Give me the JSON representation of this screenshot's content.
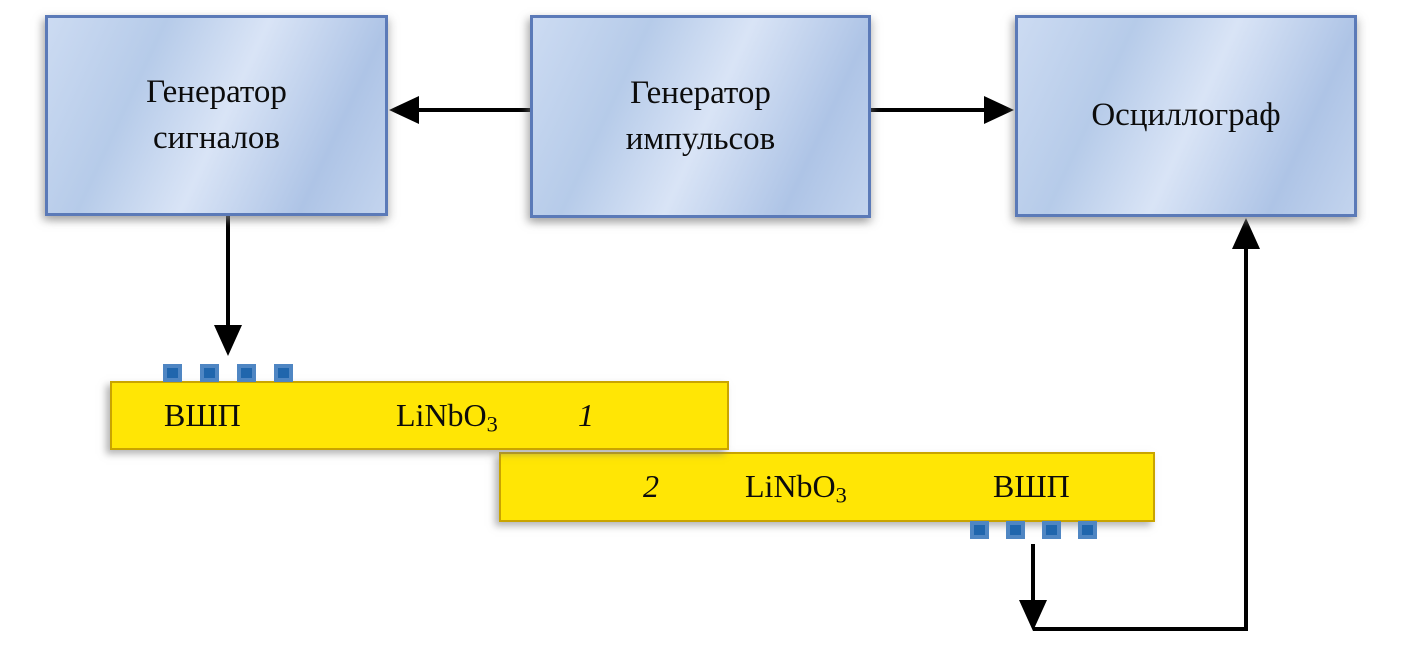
{
  "boxes": [
    {
      "id": "signal-generator",
      "line1": "Генератор",
      "line2": "сигналов"
    },
    {
      "id": "pulse-generator",
      "line1": "Генератор",
      "line2": "импульсов"
    },
    {
      "id": "oscilloscope",
      "line1": "Осциллограф",
      "line2": ""
    }
  ],
  "crystals": [
    {
      "id": "crystal-1",
      "transducer_label": "ВШП",
      "material": "LiNbO",
      "material_subscript": "3",
      "index": "1"
    },
    {
      "id": "crystal-2",
      "transducer_label": "ВШП",
      "material": "LiNbO",
      "material_subscript": "3",
      "index": "2"
    }
  ],
  "electrodes_per_transducer": 4,
  "colors": {
    "box_fill_light": "#d9e4f6",
    "box_fill_dark": "#aec4e6",
    "box_border": "#5b7ab8",
    "crystal_fill": "#ffe605",
    "crystal_border": "#c9a400",
    "electrode_core": "#2066ad",
    "electrode_edge": "#4f86c3",
    "arrow": "#000000",
    "text": "#0c0c0c",
    "background": "#ffffff"
  }
}
